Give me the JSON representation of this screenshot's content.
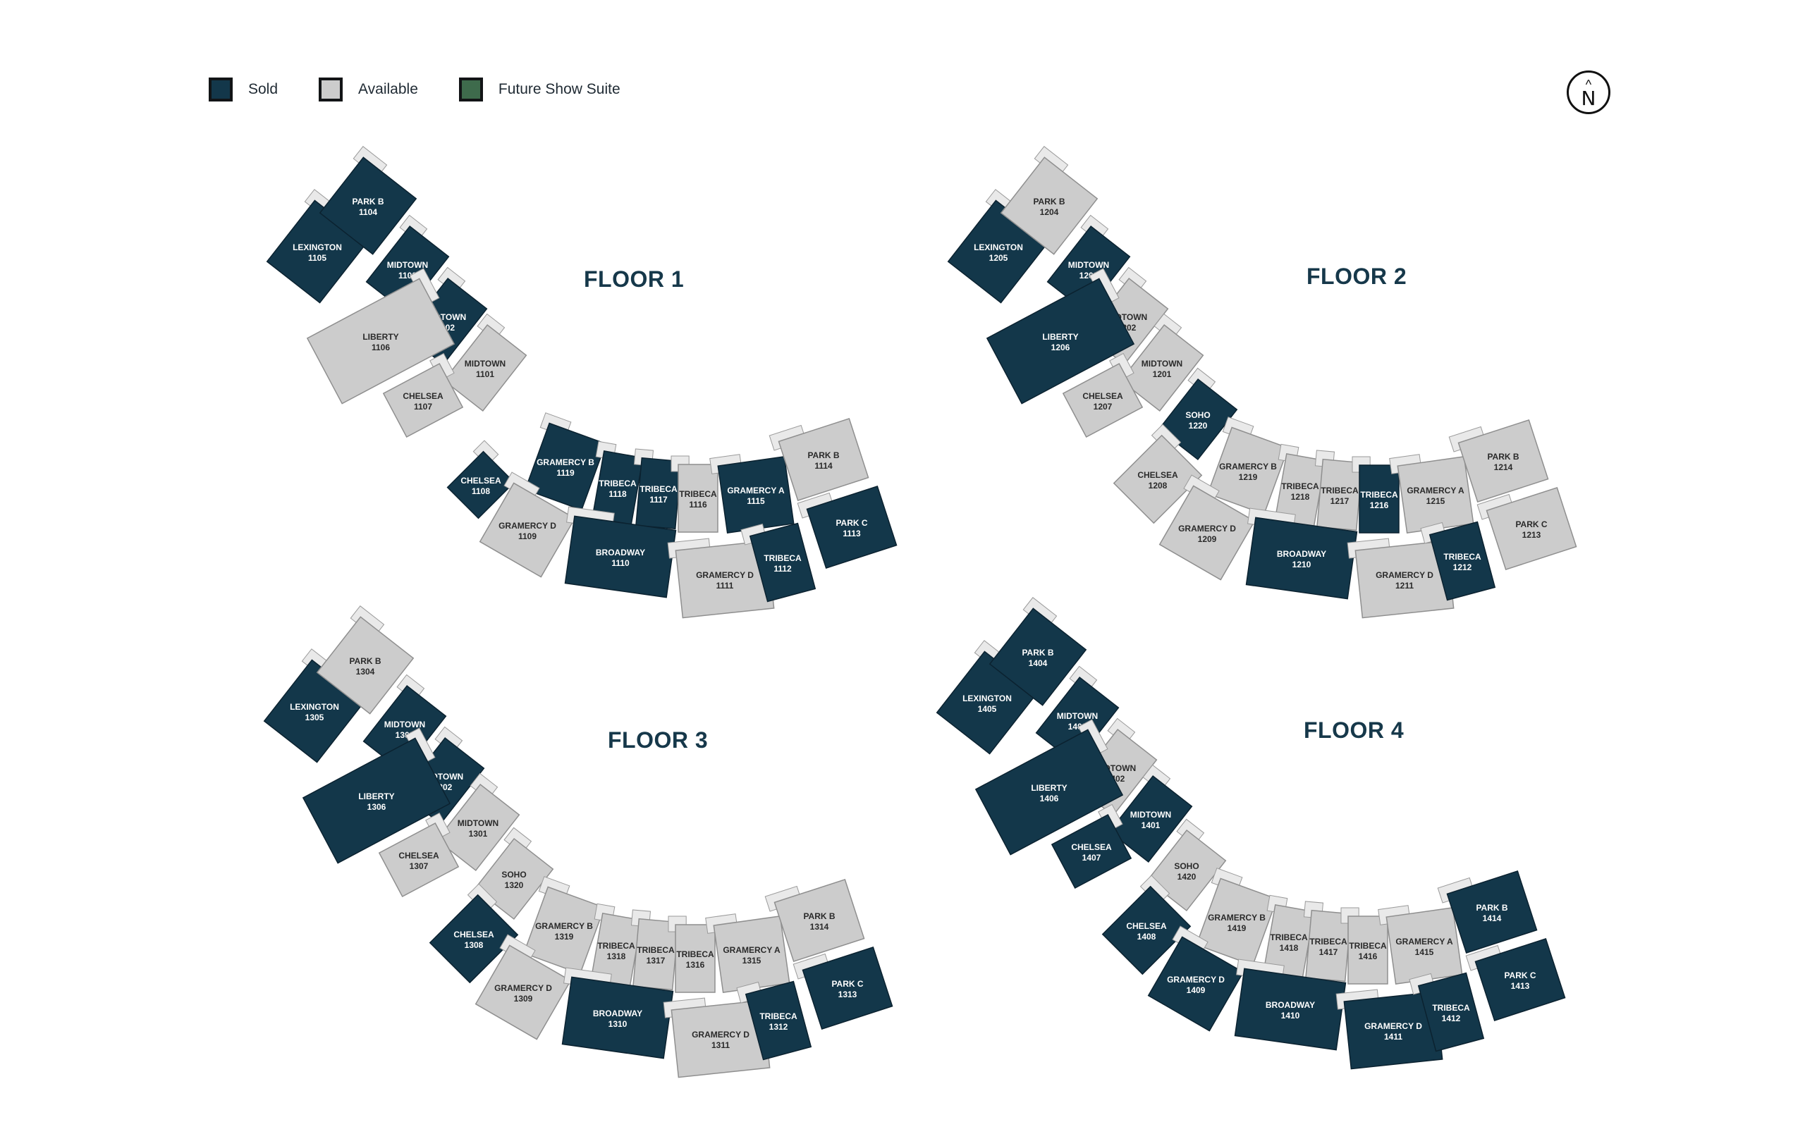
{
  "legend": {
    "sold": {
      "label": "Sold",
      "color": "#13374a"
    },
    "available": {
      "label": "Available",
      "color": "#cccccc"
    },
    "future": {
      "label": "Future Show Suite",
      "color": "#3e6b4c"
    }
  },
  "north_label": "N",
  "floors": [
    {
      "title": "FLOOR 1",
      "units": [
        {
          "name": "LEXINGTON",
          "number": "1105",
          "status": "sold"
        },
        {
          "name": "PARK B",
          "number": "1104",
          "status": "sold"
        },
        {
          "name": "MIDTOWN",
          "number": "1103",
          "status": "sold"
        },
        {
          "name": "MIDTOWN",
          "number": "1102",
          "status": "sold"
        },
        {
          "name": "MIDTOWN",
          "number": "1101",
          "status": "available"
        },
        {
          "name": "LIBERTY",
          "number": "1106",
          "status": "available"
        },
        {
          "name": "CHELSEA",
          "number": "1107",
          "status": "available"
        },
        {
          "name": "CHELSEA",
          "number": "1108",
          "status": "sold"
        },
        {
          "name": "GRAMERCY B",
          "number": "1119",
          "status": "sold"
        },
        {
          "name": "TRIBECA",
          "number": "1118",
          "status": "sold"
        },
        {
          "name": "TRIBECA",
          "number": "1117",
          "status": "sold"
        },
        {
          "name": "TRIBECA",
          "number": "1116",
          "status": "available"
        },
        {
          "name": "GRAMERCY A",
          "number": "1115",
          "status": "sold"
        },
        {
          "name": "PARK B",
          "number": "1114",
          "status": "available"
        },
        {
          "name": "PARK C",
          "number": "1113",
          "status": "sold"
        },
        {
          "name": "GRAMERCY D",
          "number": "1109",
          "status": "available"
        },
        {
          "name": "BROADWAY",
          "number": "1110",
          "status": "sold"
        },
        {
          "name": "GRAMERCY D",
          "number": "1111",
          "status": "available"
        },
        {
          "name": "TRIBECA",
          "number": "1112",
          "status": "sold"
        }
      ]
    },
    {
      "title": "FLOOR 2",
      "units": [
        {
          "name": "LEXINGTON",
          "number": "1205",
          "status": "sold"
        },
        {
          "name": "PARK B",
          "number": "1204",
          "status": "available"
        },
        {
          "name": "MIDTOWN",
          "number": "1203",
          "status": "sold"
        },
        {
          "name": "MIDTOWN",
          "number": "1202",
          "status": "available"
        },
        {
          "name": "MIDTOWN",
          "number": "1201",
          "status": "available"
        },
        {
          "name": "LIBERTY",
          "number": "1206",
          "status": "sold"
        },
        {
          "name": "CHELSEA",
          "number": "1207",
          "status": "available"
        },
        {
          "name": "SOHO",
          "number": "1220",
          "status": "sold"
        },
        {
          "name": "CHELSEA",
          "number": "1208",
          "status": "available"
        },
        {
          "name": "GRAMERCY B",
          "number": "1219",
          "status": "available"
        },
        {
          "name": "TRIBECA",
          "number": "1218",
          "status": "available"
        },
        {
          "name": "TRIBECA",
          "number": "1217",
          "status": "available"
        },
        {
          "name": "TRIBECA",
          "number": "1216",
          "status": "sold"
        },
        {
          "name": "GRAMERCY A",
          "number": "1215",
          "status": "available"
        },
        {
          "name": "PARK B",
          "number": "1214",
          "status": "available"
        },
        {
          "name": "PARK C",
          "number": "1213",
          "status": "available"
        },
        {
          "name": "GRAMERCY D",
          "number": "1209",
          "status": "available"
        },
        {
          "name": "BROADWAY",
          "number": "1210",
          "status": "sold"
        },
        {
          "name": "GRAMERCY D",
          "number": "1211",
          "status": "available"
        },
        {
          "name": "TRIBECA",
          "number": "1212",
          "status": "sold"
        }
      ]
    },
    {
      "title": "FLOOR 3",
      "units": [
        {
          "name": "LEXINGTON",
          "number": "1305",
          "status": "sold"
        },
        {
          "name": "PARK B",
          "number": "1304",
          "status": "available"
        },
        {
          "name": "MIDTOWN",
          "number": "1303",
          "status": "sold"
        },
        {
          "name": "MIDTOWN",
          "number": "1302",
          "status": "sold"
        },
        {
          "name": "MIDTOWN",
          "number": "1301",
          "status": "available"
        },
        {
          "name": "LIBERTY",
          "number": "1306",
          "status": "sold"
        },
        {
          "name": "CHELSEA",
          "number": "1307",
          "status": "available"
        },
        {
          "name": "SOHO",
          "number": "1320",
          "status": "available"
        },
        {
          "name": "CHELSEA",
          "number": "1308",
          "status": "sold"
        },
        {
          "name": "GRAMERCY B",
          "number": "1319",
          "status": "available"
        },
        {
          "name": "TRIBECA",
          "number": "1318",
          "status": "available"
        },
        {
          "name": "TRIBECA",
          "number": "1317",
          "status": "available"
        },
        {
          "name": "TRIBECA",
          "number": "1316",
          "status": "available"
        },
        {
          "name": "GRAMERCY A",
          "number": "1315",
          "status": "available"
        },
        {
          "name": "PARK B",
          "number": "1314",
          "status": "available"
        },
        {
          "name": "PARK C",
          "number": "1313",
          "status": "sold"
        },
        {
          "name": "GRAMERCY D",
          "number": "1309",
          "status": "available"
        },
        {
          "name": "BROADWAY",
          "number": "1310",
          "status": "sold"
        },
        {
          "name": "GRAMERCY D",
          "number": "1311",
          "status": "available"
        },
        {
          "name": "TRIBECA",
          "number": "1312",
          "status": "sold"
        }
      ]
    },
    {
      "title": "FLOOR 4",
      "units": [
        {
          "name": "LEXINGTON",
          "number": "1405",
          "status": "sold"
        },
        {
          "name": "PARK B",
          "number": "1404",
          "status": "sold"
        },
        {
          "name": "MIDTOWN",
          "number": "1403",
          "status": "sold"
        },
        {
          "name": "MIDTOWN",
          "number": "1402",
          "status": "available"
        },
        {
          "name": "MIDTOWN",
          "number": "1401",
          "status": "sold"
        },
        {
          "name": "LIBERTY",
          "number": "1406",
          "status": "sold"
        },
        {
          "name": "CHELSEA",
          "number": "1407",
          "status": "sold"
        },
        {
          "name": "SOHO",
          "number": "1420",
          "status": "available"
        },
        {
          "name": "CHELSEA",
          "number": "1408",
          "status": "sold"
        },
        {
          "name": "GRAMERCY B",
          "number": "1419",
          "status": "available"
        },
        {
          "name": "TRIBECA",
          "number": "1418",
          "status": "available"
        },
        {
          "name": "TRIBECA",
          "number": "1417",
          "status": "available"
        },
        {
          "name": "TRIBECA",
          "number": "1416",
          "status": "available"
        },
        {
          "name": "GRAMERCY A",
          "number": "1415",
          "status": "available"
        },
        {
          "name": "PARK B",
          "number": "1414",
          "status": "sold"
        },
        {
          "name": "PARK C",
          "number": "1413",
          "status": "sold"
        },
        {
          "name": "GRAMERCY D",
          "number": "1409",
          "status": "sold"
        },
        {
          "name": "BROADWAY",
          "number": "1410",
          "status": "sold"
        },
        {
          "name": "GRAMERCY D",
          "number": "1411",
          "status": "sold"
        },
        {
          "name": "TRIBECA",
          "number": "1412",
          "status": "sold"
        }
      ]
    }
  ]
}
